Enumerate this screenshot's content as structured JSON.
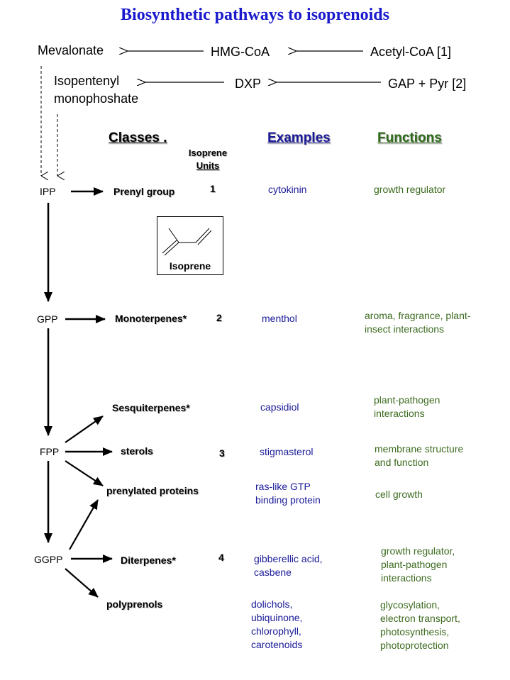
{
  "title": "Biosynthetic pathways to isoprenoids",
  "pathways": {
    "mevalonate": "Mevalonate",
    "hmg_coa": "HMG-CoA",
    "acetyl_coa": "Acetyl-CoA  [1]",
    "ipp_line1": "Isopentenyl",
    "ipp_line2": "monophoshate",
    "dxp": "DXP",
    "gap_pyr": "GAP + Pyr  [2]"
  },
  "headers": {
    "classes": "Classes              .",
    "isoprene_units_line1": "Isoprene",
    "isoprene_units_line2": "Units",
    "examples": "Examples",
    "functions": "Functions"
  },
  "precursors": {
    "ipp": "IPP",
    "gpp": "GPP",
    "fpp": "FPP",
    "ggpp": "GGPP"
  },
  "isoprene_label": "Isoprene",
  "rows": [
    {
      "class": "Prenyl group",
      "units": "1",
      "example": "cytokinin",
      "function": "growth regulator"
    },
    {
      "class": "Monoterpenes*",
      "units": "2",
      "example": "menthol",
      "function_lines": [
        "aroma, fragrance, plant-",
        "insect interactions"
      ]
    },
    {
      "class": "Sesquiterpenes*",
      "example": "capsidiol",
      "function_lines": [
        "plant-pathogen",
        "interactions"
      ]
    },
    {
      "class": "sterols",
      "units": "3",
      "example": "stigmasterol",
      "function_lines": [
        "membrane structure",
        "and function"
      ]
    },
    {
      "class": "prenylated proteins",
      "example_lines": [
        "ras-like GTP",
        "binding protein"
      ],
      "function": "cell growth"
    },
    {
      "class": "Diterpenes*",
      "units": "4",
      "example_lines": [
        "gibberellic acid,",
        "casbene"
      ],
      "function_lines": [
        "growth regulator,",
        "plant-pathogen",
        "interactions"
      ]
    },
    {
      "class": "polyprenols",
      "example_lines": [
        "dolichols,",
        "ubiquinone,",
        "chlorophyll,",
        "carotenoids"
      ],
      "function_lines": [
        "glycosylation,",
        "electron transport,",
        "photosynthesis,",
        "photoprotection"
      ]
    }
  ]
}
